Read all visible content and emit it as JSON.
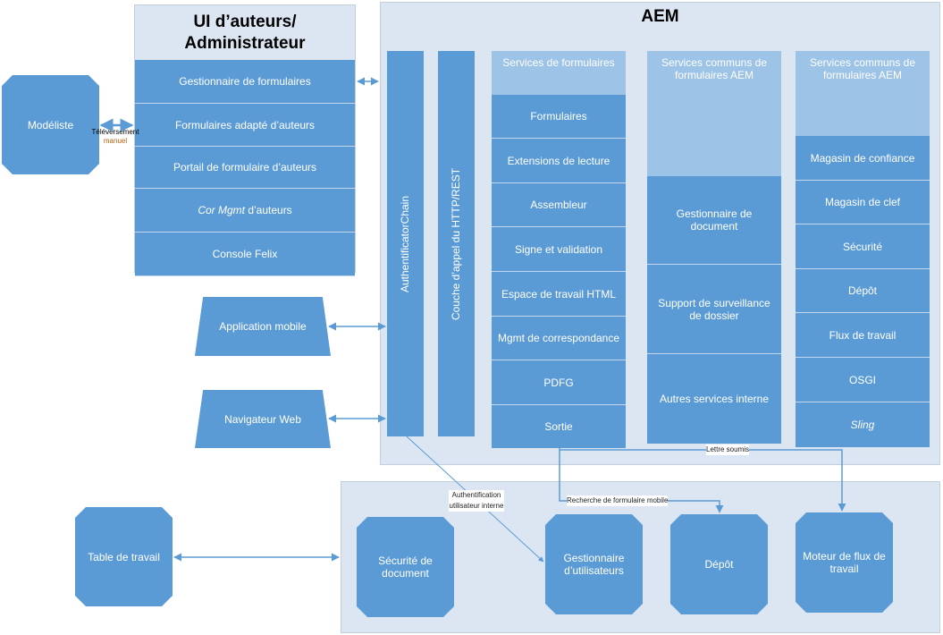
{
  "ui_panel": {
    "title_line1": "UI d’auteurs/",
    "title_line2": "Administrateur",
    "items": [
      "Gestionnaire de formulaires",
      "Formulaires adapté d’auteurs",
      "Portail de formulaire d’auteurs",
      "Cor Mgmt d’auteurs",
      "Console Felix"
    ]
  },
  "modeliste": "Modéliste",
  "upload_label_1": "Téléversement",
  "upload_label_2": "manuel",
  "mobile_app": "Application mobile",
  "web_browser": "Navigateur Web",
  "aem": {
    "title": "AEM",
    "auth_chain": "AuthentificatorChain",
    "http_layer": "Couche d’appel du HTTP/REST",
    "forms_services": {
      "title": "Services de formulaires",
      "items": [
        "Formulaires",
        "Extensions de lecture",
        "Assembleur",
        "Signe et validation",
        "Espace de travail HTML",
        "Mgmt de correspondance",
        "PDFG",
        "Sortie"
      ]
    },
    "common_services_1": {
      "title": "Services communs de formulaires AEM",
      "items": [
        "Gestionnaire de document",
        "Support de surveillance de dossier",
        "Autres services interne"
      ]
    },
    "common_services_2": {
      "title": "Services communs de formulaires AEM",
      "items": [
        "Magasin de confiance",
        "Magasin de clef",
        "Sécurité",
        "Dépôt",
        "Flux de travail",
        "OSGI",
        "Sling"
      ]
    }
  },
  "bottom": {
    "workbench": "Table de travail",
    "doc_security": "Sécurité de document",
    "user_manager": "Gestionnaire d’utilisateurs",
    "repository": "Dépôt",
    "workflow_engine": "Moteur de flux de travail"
  },
  "edges": {
    "auth_internal_1": "Authentification",
    "auth_internal_2": "utilisateur interne",
    "mobile_search": "Recherche de formulaire mobile",
    "letter_submitted": "Lettre soumis"
  },
  "colors": {
    "box": "#5b9bd5",
    "header": "#9dc3e6",
    "container": "#dce6f2",
    "line": "#5b9bd5"
  }
}
